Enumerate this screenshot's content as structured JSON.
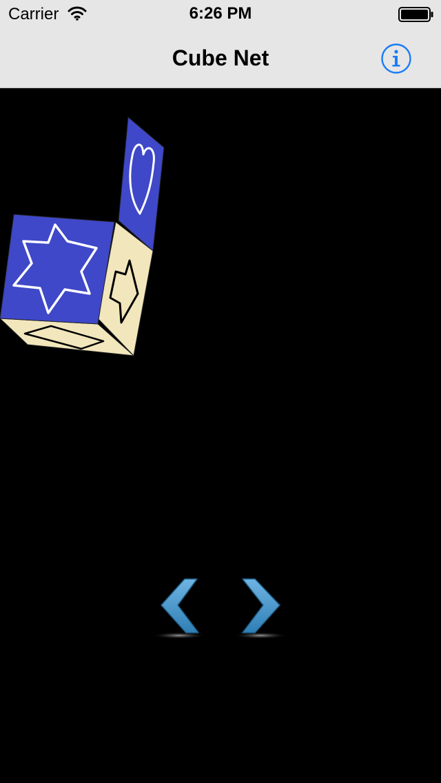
{
  "status_bar": {
    "carrier": "Carrier",
    "time": "6:26 PM",
    "wifi_icon": "wifi-icon",
    "battery_icon": "battery-full-icon"
  },
  "nav_bar": {
    "title": "Cube Net",
    "info_icon": "info-icon",
    "accent_color": "#1a7cf5"
  },
  "cube": {
    "faces": [
      {
        "face": "front",
        "symbol": "star-of-david",
        "color": "#3f48c8"
      },
      {
        "face": "top",
        "symbol": "heart",
        "color": "#3f48c8"
      },
      {
        "face": "right",
        "symbol": "arrow",
        "color": "#f2e6bc"
      },
      {
        "face": "bottom",
        "symbol": "diamond",
        "color": "#f2e6bc"
      }
    ]
  },
  "controls": {
    "prev_icon": "chevron-left-icon",
    "next_icon": "chevron-right-icon",
    "arrow_color": "#3d8fc4"
  }
}
